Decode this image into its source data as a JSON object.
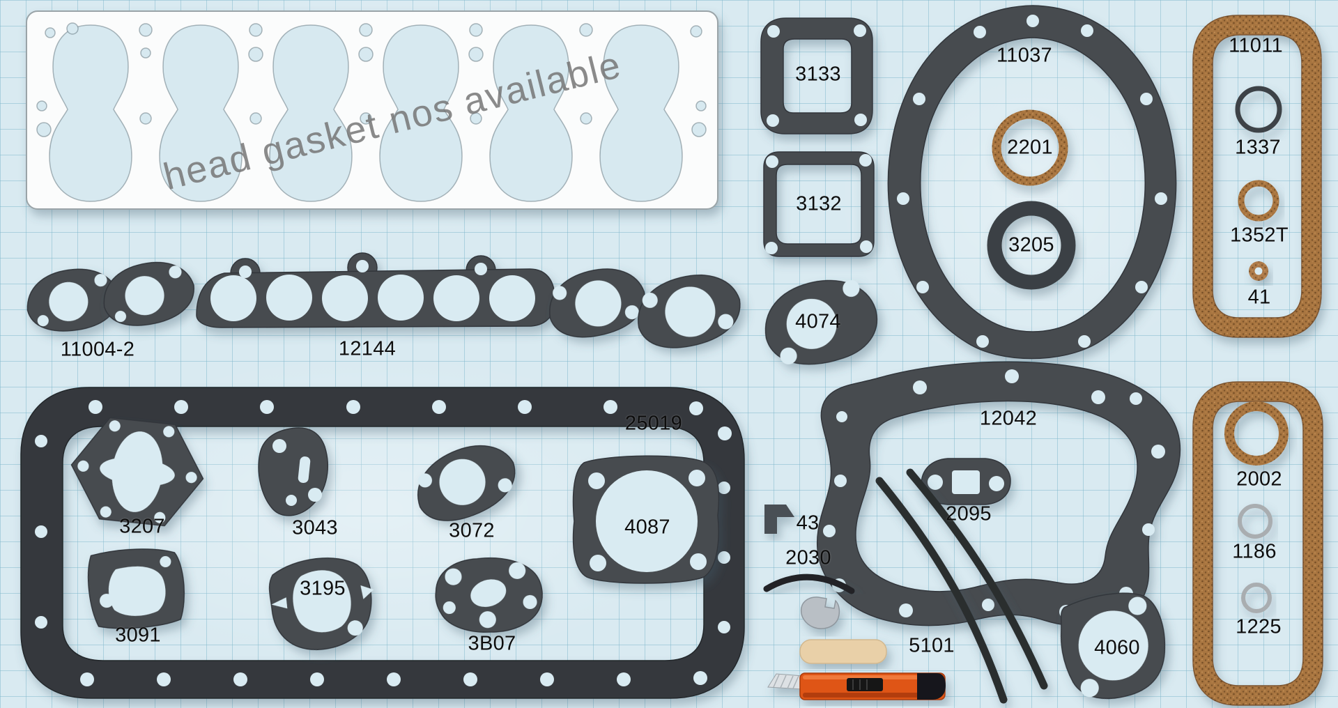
{
  "scene": {
    "description": "flathead engine full gasket set laid out on graph paper",
    "watermark": "head gasket nos available"
  },
  "colors": {
    "background": "#d9eaf1",
    "grid_line": "rgba(126,182,203,0.5)",
    "gasket_dark": "#474c50",
    "gasket_black": "#34383c",
    "gasket_white": "#fbfcfc",
    "cork": "#a8753f",
    "gray_ring": "#a9adb0",
    "knife_orange": "#df5417",
    "sanding_stick_tan": "#e9d0a8",
    "watermark": "rgba(118,118,118,0.85)"
  },
  "parts": [
    {
      "id": "11004-2",
      "label": "11004-2"
    },
    {
      "id": "12144",
      "label": "12144"
    },
    {
      "id": "25019",
      "label": "25019"
    },
    {
      "id": "3207",
      "label": "3207"
    },
    {
      "id": "3043",
      "label": "3043"
    },
    {
      "id": "3072",
      "label": "3072"
    },
    {
      "id": "4087",
      "label": "4087"
    },
    {
      "id": "3091",
      "label": "3091"
    },
    {
      "id": "3195",
      "label": "3195"
    },
    {
      "id": "3B07",
      "label": "3B07"
    },
    {
      "id": "3133",
      "label": "3133"
    },
    {
      "id": "3132",
      "label": "3132"
    },
    {
      "id": "4074",
      "label": "4074"
    },
    {
      "id": "11037",
      "label": "11037"
    },
    {
      "id": "2201",
      "label": "2201"
    },
    {
      "id": "3205",
      "label": "3205"
    },
    {
      "id": "12042",
      "label": "12042"
    },
    {
      "id": "2095",
      "label": "2095"
    },
    {
      "id": "43",
      "label": "43"
    },
    {
      "id": "2030",
      "label": "2030"
    },
    {
      "id": "5101",
      "label": "5101"
    },
    {
      "id": "4060",
      "label": "4060"
    },
    {
      "id": "11011",
      "label": "11011"
    },
    {
      "id": "1337",
      "label": "1337"
    },
    {
      "id": "1352T",
      "label": "1352T"
    },
    {
      "id": "41",
      "label": "41"
    },
    {
      "id": "2002",
      "label": "2002"
    },
    {
      "id": "1186",
      "label": "1186"
    },
    {
      "id": "1225",
      "label": "1225"
    }
  ],
  "unlabeled_objects": [
    "head-gasket",
    "cork-valve-cover-gasket",
    "cork-side-cover-gasket",
    "utility-knife",
    "sanding-stick",
    "metal-clip",
    "packing-strips"
  ]
}
